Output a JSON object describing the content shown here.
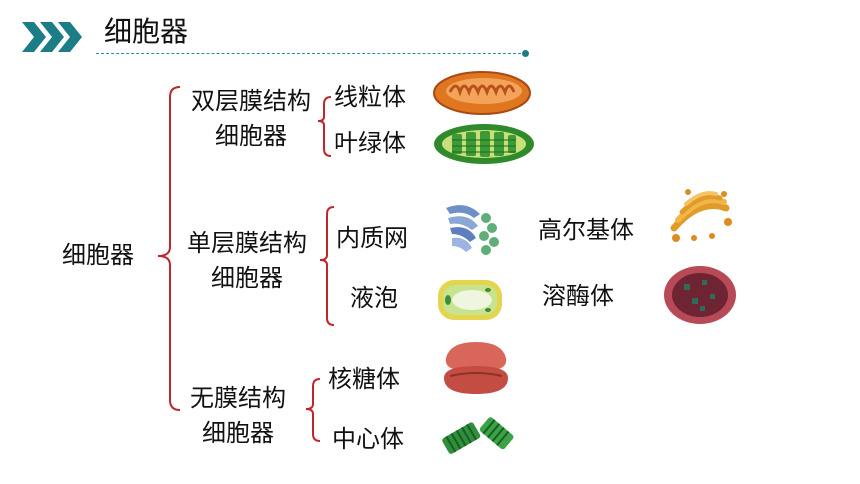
{
  "header": {
    "title": "细胞器"
  },
  "root": {
    "label": "细胞器"
  },
  "groups": [
    {
      "line1": "双层膜结构",
      "line2": "细胞器",
      "items": [
        "线粒体",
        "叶绿体"
      ]
    },
    {
      "line1": "单层膜结构",
      "line2": "细胞器",
      "items": [
        "内质网",
        "液泡"
      ],
      "side_items": [
        "高尔基体",
        "溶酶体"
      ]
    },
    {
      "line1": "无膜结构",
      "line2": "细胞器",
      "items": [
        "核糖体",
        "中心体"
      ]
    }
  ],
  "icons": {
    "header": "triple-chevron-icon",
    "mitochondrion": "mitochondrion-icon",
    "chloroplast": "chloroplast-icon",
    "endoplasmic_reticulum": "endoplasmic-reticulum-icon",
    "vacuole": "vacuole-icon",
    "golgi": "golgi-apparatus-icon",
    "lysosome": "lysosome-icon",
    "ribosome": "ribosome-icon",
    "centrosome": "centrosome-icon"
  },
  "colors": {
    "accent": "#1c7d87",
    "bracket": "#c0262d"
  }
}
